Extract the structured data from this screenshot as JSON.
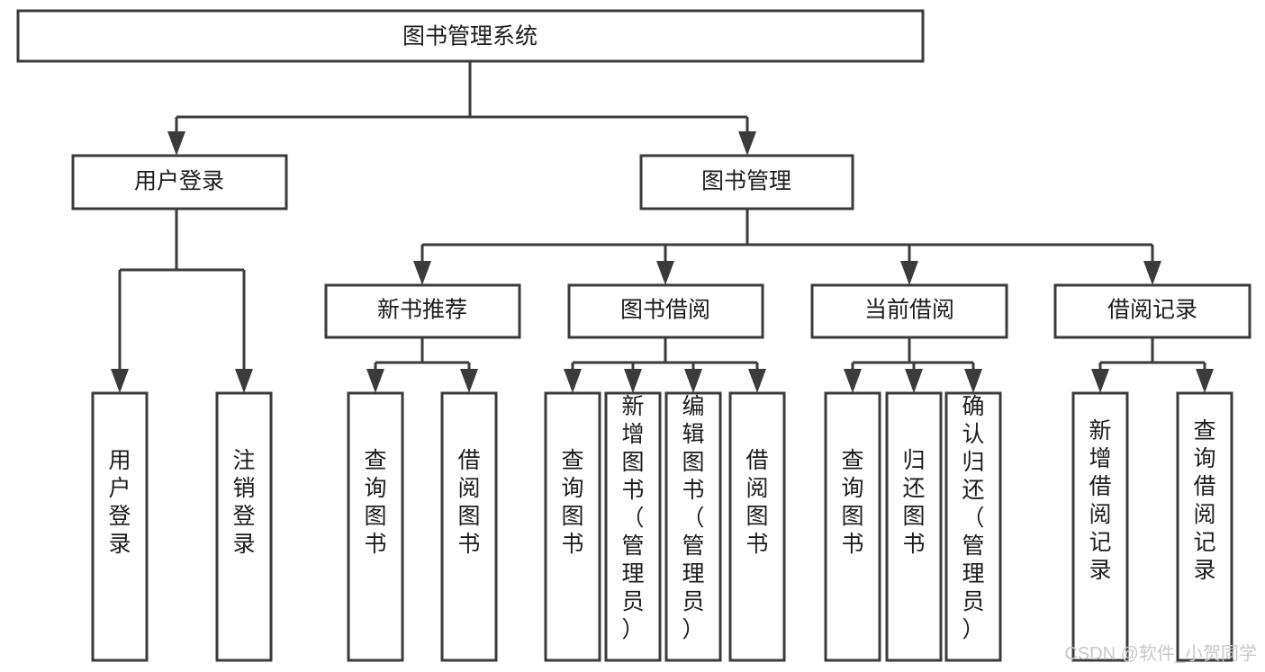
{
  "diagram": {
    "type": "tree-hierarchy-chart",
    "title": "图书管理系统",
    "root": {
      "id": "system-root",
      "label": "图书管理系统",
      "orientation": "horizontal"
    },
    "level2": [
      {
        "id": "user-login",
        "label": "用户登录",
        "orientation": "horizontal"
      },
      {
        "id": "book-management",
        "label": "图书管理",
        "orientation": "horizontal"
      }
    ],
    "level3": [
      {
        "id": "new-book-recommend",
        "label": "新书推荐",
        "orientation": "horizontal",
        "parent": "book-management"
      },
      {
        "id": "book-borrow",
        "label": "图书借阅",
        "orientation": "horizontal",
        "parent": "book-management"
      },
      {
        "id": "current-borrow",
        "label": "当前借阅",
        "orientation": "horizontal",
        "parent": "book-management"
      },
      {
        "id": "borrow-record",
        "label": "借阅记录",
        "orientation": "horizontal",
        "parent": "book-management"
      }
    ],
    "leaves": {
      "user_login_children": [
        {
          "id": "leaf-user-login",
          "label": "用户登录",
          "orientation": "vertical"
        },
        {
          "id": "leaf-logout-login",
          "label": "注销登录",
          "orientation": "vertical"
        }
      ],
      "new_book_recommend_children": [
        {
          "id": "leaf-query-book-1",
          "label": "查询图书",
          "orientation": "vertical"
        },
        {
          "id": "leaf-borrow-book-1",
          "label": "借阅图书",
          "orientation": "vertical"
        }
      ],
      "book_borrow_children": [
        {
          "id": "leaf-query-book-2",
          "label": "查询图书",
          "orientation": "vertical"
        },
        {
          "id": "leaf-add-book",
          "label": "新增图书（管理员）",
          "orientation": "vertical"
        },
        {
          "id": "leaf-edit-book",
          "label": "编辑图书（管理员）",
          "orientation": "vertical"
        },
        {
          "id": "leaf-borrow-book-2",
          "label": "借阅图书",
          "orientation": "vertical"
        }
      ],
      "current_borrow_children": [
        {
          "id": "leaf-query-book-3",
          "label": "查询图书",
          "orientation": "vertical"
        },
        {
          "id": "leaf-return-book",
          "label": "归还图书",
          "orientation": "vertical"
        },
        {
          "id": "leaf-confirm-return",
          "label": "确认归还（管理员）",
          "orientation": "vertical"
        }
      ],
      "borrow_record_children": [
        {
          "id": "leaf-add-borrow-record",
          "label": "新增借阅记录",
          "orientation": "vertical"
        },
        {
          "id": "leaf-query-borrow-record",
          "label": "查询借阅记录",
          "orientation": "vertical"
        }
      ]
    },
    "colors": {
      "box_stroke": "#3b3b3b",
      "box_fill": "#ffffff",
      "text": "#1c1c1c",
      "background": "#ffffff",
      "watermark": "#c9c9c9"
    }
  },
  "watermark": {
    "label": "CSDN @软件_小贺同学"
  }
}
